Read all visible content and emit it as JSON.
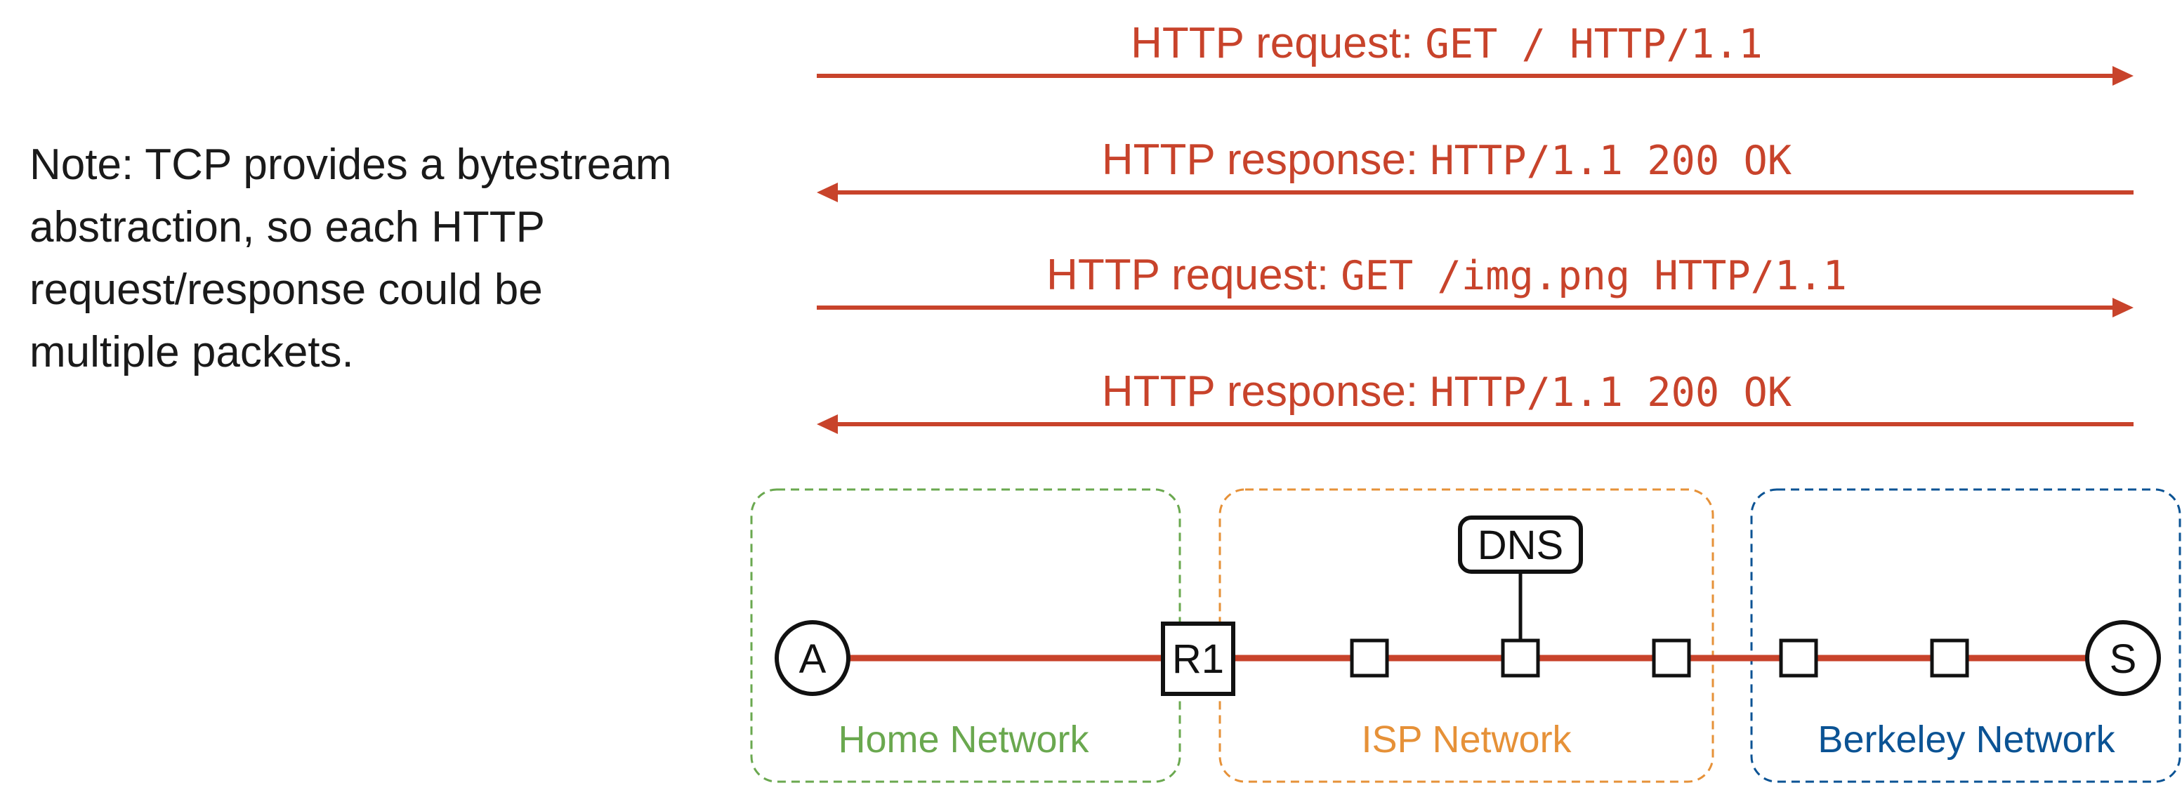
{
  "note": {
    "lines": [
      "Note: TCP provides a bytestream",
      "abstraction, so each HTTP",
      "request/response could be",
      "multiple packets."
    ]
  },
  "messages": [
    {
      "prefix": "HTTP request: ",
      "code": "GET / HTTP/1.1",
      "direction": "right"
    },
    {
      "prefix": "HTTP response: ",
      "code": "HTTP/1.1 200 OK",
      "direction": "left"
    },
    {
      "prefix": "HTTP request: ",
      "code": "GET /img.png HTTP/1.1",
      "direction": "right"
    },
    {
      "prefix": "HTTP response: ",
      "code": "HTTP/1.1 200 OK",
      "direction": "left"
    }
  ],
  "networks": {
    "home": {
      "label": "Home Network",
      "color": "#6aa84f"
    },
    "isp": {
      "label": "ISP Network",
      "color": "#e69138"
    },
    "berkeley": {
      "label": "Berkeley Network",
      "color": "#0b5394"
    }
  },
  "nodes": {
    "host_a": "A",
    "router_r1": "R1",
    "dns": "DNS",
    "server_s": "S"
  },
  "colors": {
    "link": "#c8432b",
    "message": "#c8432b",
    "node_stroke": "#111111"
  }
}
